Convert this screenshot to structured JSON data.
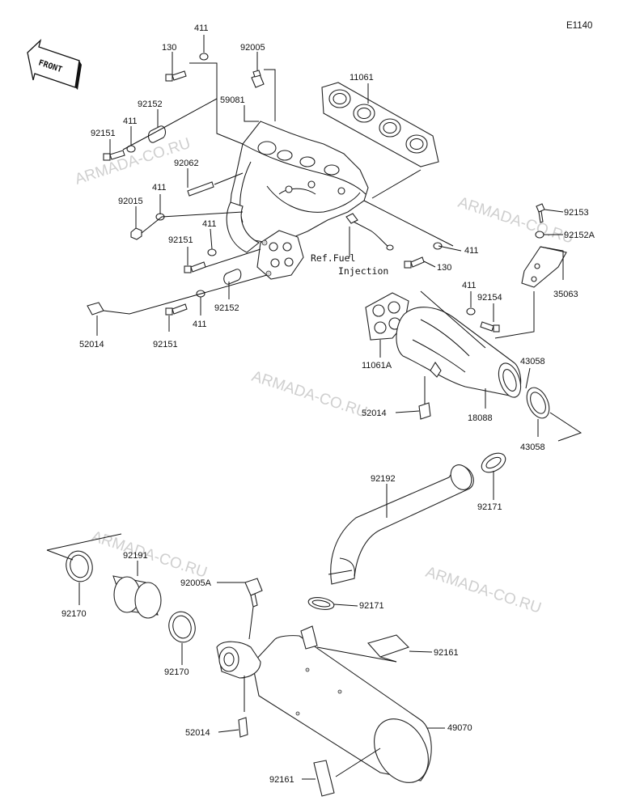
{
  "diagram_code": "E1140",
  "front_label": "FRONT",
  "ref_note": [
    "Ref.Fuel",
    "Injection"
  ],
  "watermark": "ARMADA-CO.RU",
  "labels": [
    {
      "id": "l411a",
      "text": "411"
    },
    {
      "id": "l130a",
      "text": "130"
    },
    {
      "id": "l92005",
      "text": "92005"
    },
    {
      "id": "l11061",
      "text": "11061"
    },
    {
      "id": "l59081",
      "text": "59081"
    },
    {
      "id": "l92152a",
      "text": "92152"
    },
    {
      "id": "l411b",
      "text": "411"
    },
    {
      "id": "l92151a",
      "text": "92151"
    },
    {
      "id": "l92062",
      "text": "92062"
    },
    {
      "id": "l411c",
      "text": "411"
    },
    {
      "id": "l92015",
      "text": "92015"
    },
    {
      "id": "l411d",
      "text": "411"
    },
    {
      "id": "l92151b",
      "text": "92151"
    },
    {
      "id": "l92153",
      "text": "92153"
    },
    {
      "id": "l92152A",
      "text": "92152A"
    },
    {
      "id": "l411e",
      "text": "411"
    },
    {
      "id": "l130b",
      "text": "130"
    },
    {
      "id": "l35063",
      "text": "35063"
    },
    {
      "id": "l411f",
      "text": "411"
    },
    {
      "id": "l92154",
      "text": "92154"
    },
    {
      "id": "l52014a",
      "text": "52014"
    },
    {
      "id": "l92151c",
      "text": "92151"
    },
    {
      "id": "l411g",
      "text": "411"
    },
    {
      "id": "l92152b",
      "text": "92152"
    },
    {
      "id": "l11061A",
      "text": "11061A"
    },
    {
      "id": "l43058a",
      "text": "43058"
    },
    {
      "id": "l52014b",
      "text": "52014"
    },
    {
      "id": "l18088",
      "text": "18088"
    },
    {
      "id": "l43058b",
      "text": "43058"
    },
    {
      "id": "l92192",
      "text": "92192"
    },
    {
      "id": "l92171a",
      "text": "92171"
    },
    {
      "id": "l92191",
      "text": "92191"
    },
    {
      "id": "l92005A",
      "text": "92005A"
    },
    {
      "id": "l92171b",
      "text": "92171"
    },
    {
      "id": "l92170a",
      "text": "92170"
    },
    {
      "id": "l92161a",
      "text": "92161"
    },
    {
      "id": "l92170b",
      "text": "92170"
    },
    {
      "id": "l52014c",
      "text": "52014"
    },
    {
      "id": "l49070",
      "text": "49070"
    },
    {
      "id": "l92161b",
      "text": "92161"
    }
  ]
}
